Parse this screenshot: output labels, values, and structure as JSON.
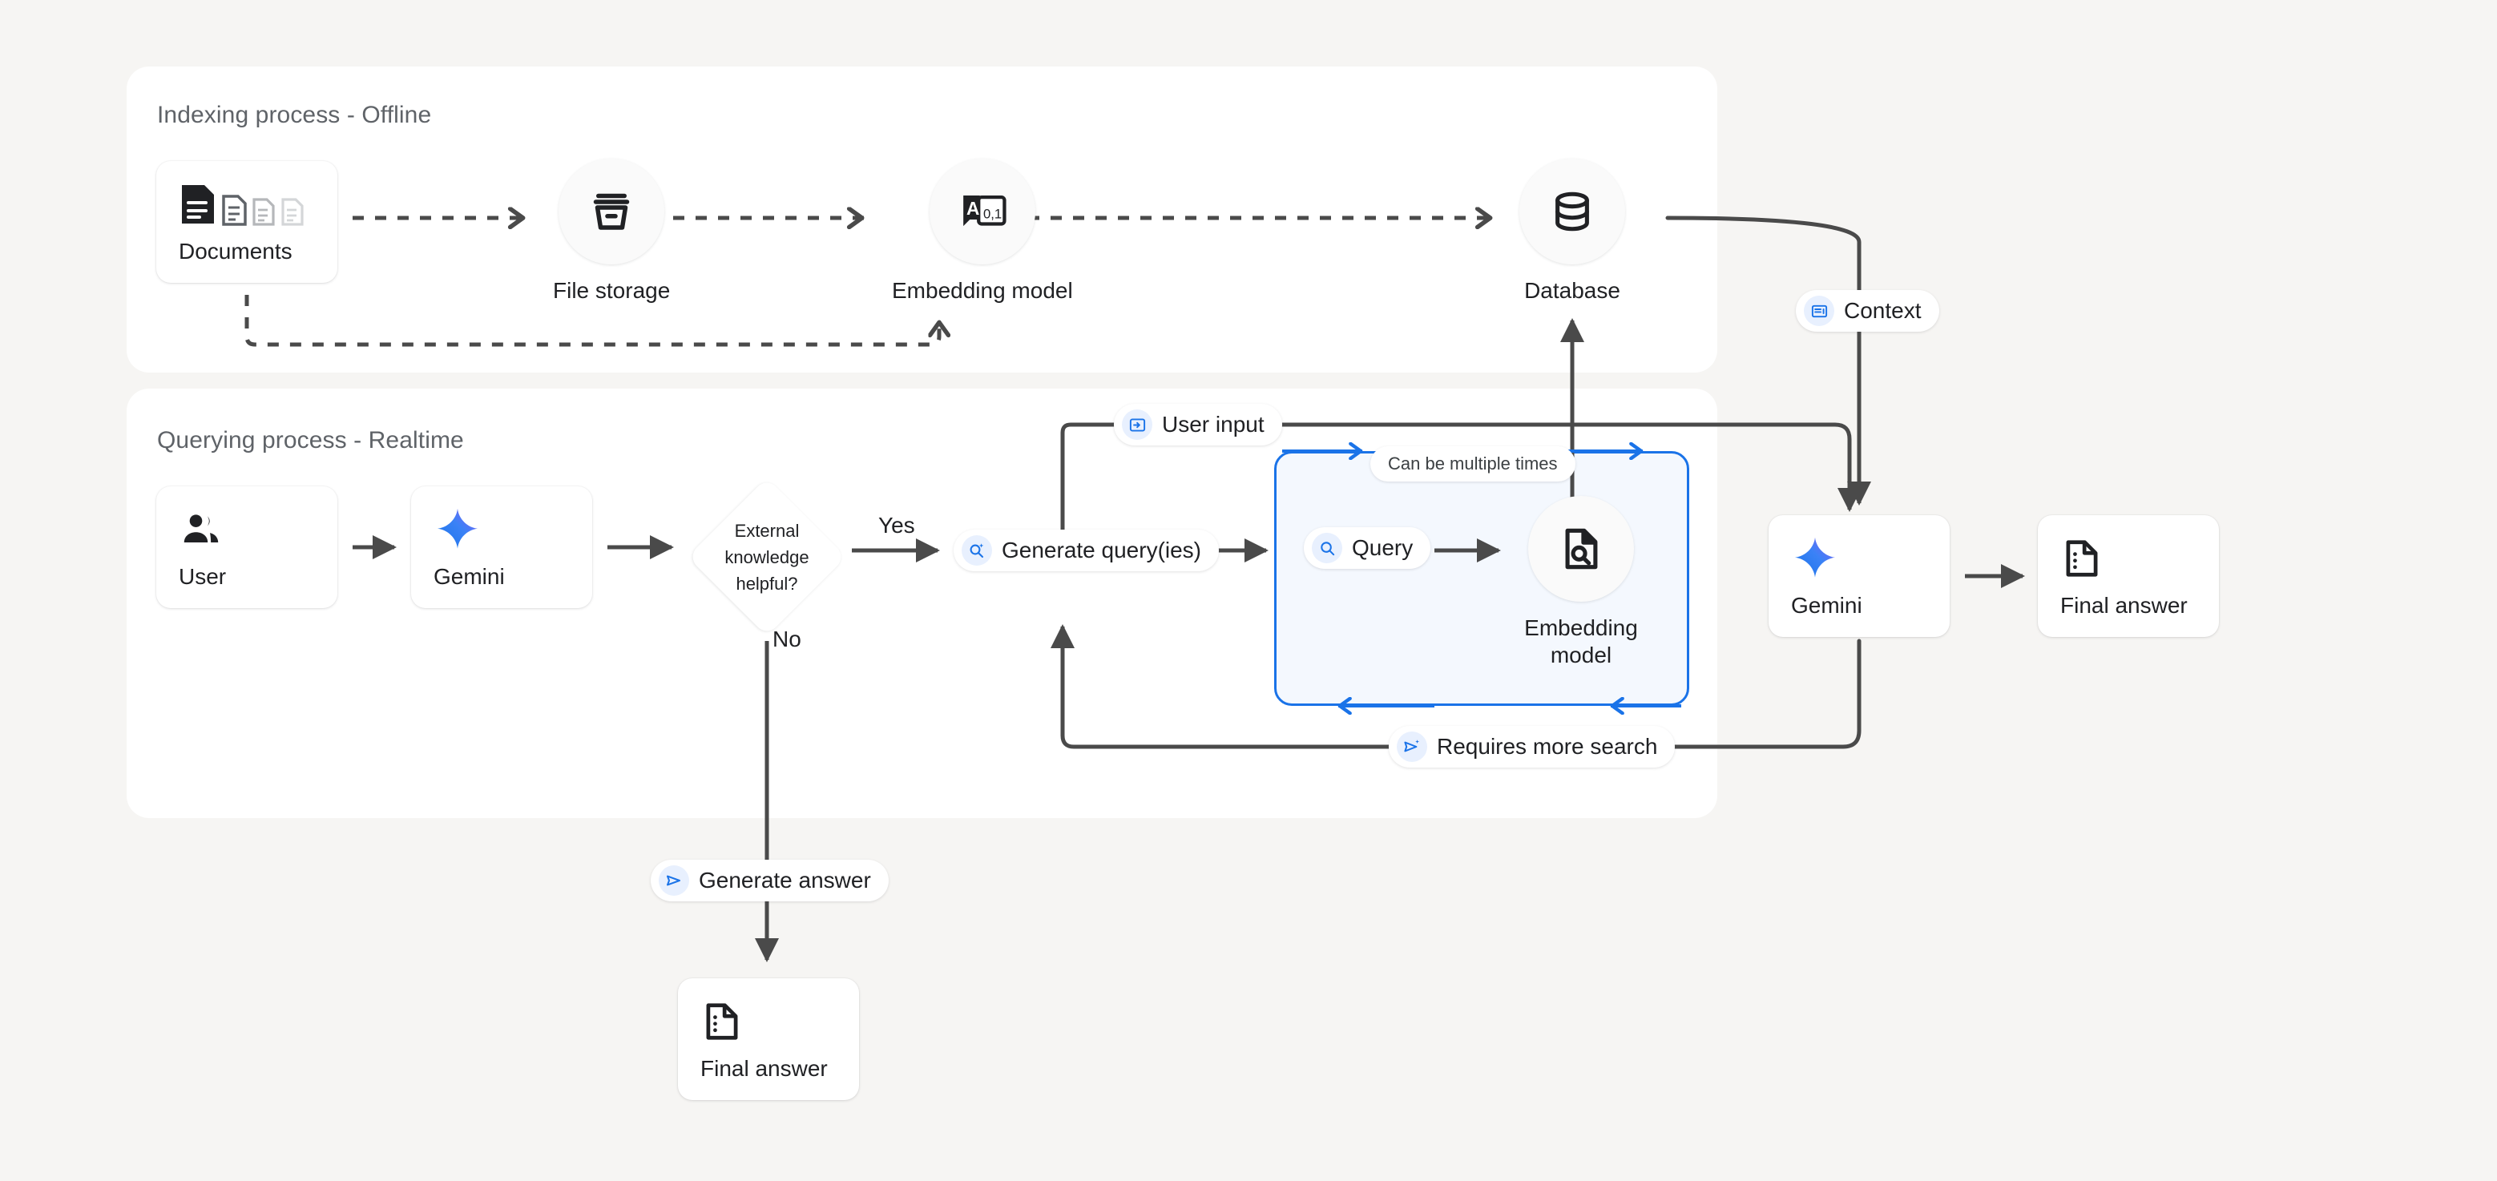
{
  "canvas": {
    "background": "#f6f5f3",
    "accent_blue": "#1a73e8",
    "line_color": "#4a4a4a",
    "loop_fill": "#f4f8fe"
  },
  "panels": [
    {
      "id": "indexing",
      "title": "Indexing process - Offline"
    },
    {
      "id": "querying",
      "title": "Querying process - Realtime"
    }
  ],
  "indexing": {
    "documents": {
      "label": "Documents",
      "icon": "documents-icon"
    },
    "file_storage": {
      "label": "File storage",
      "icon": "archive-box-icon"
    },
    "embedding_model": {
      "label": "Embedding model",
      "icon": "text-to-vector-icon"
    },
    "database": {
      "label": "Database",
      "icon": "database-icon"
    }
  },
  "querying": {
    "user": {
      "label": "User",
      "icon": "people-icon"
    },
    "gemini": {
      "label": "Gemini",
      "icon": "gemini-sparkle-icon"
    },
    "decision": {
      "line1": "External",
      "line2": "knowledge",
      "line3": "helpful?"
    },
    "branch_yes": "Yes",
    "branch_no": "No",
    "generate_query": {
      "label": "Generate query(ies)",
      "icon": "search-sparkle-icon"
    },
    "query": {
      "label": "Query",
      "icon": "search-icon"
    },
    "embedding_model": {
      "label_line1": "Embedding",
      "label_line2": "model",
      "icon": "document-search-icon"
    },
    "can_be_multiple_times": "Can be multiple times",
    "requires_more_search": {
      "label": "Requires more search",
      "icon": "send-sparkle-icon"
    },
    "user_input": {
      "label": "User input",
      "icon": "input-box-icon"
    },
    "context": {
      "label": "Context",
      "icon": "context-panel-icon"
    },
    "gemini_final": {
      "label": "Gemini",
      "icon": "gemini-sparkle-icon"
    },
    "final_answer_right": {
      "label": "Final answer",
      "icon": "answer-doc-icon"
    },
    "generate_answer": {
      "label": "Generate answer",
      "icon": "send-icon"
    },
    "final_answer_bottom": {
      "label": "Final answer",
      "icon": "answer-doc-icon"
    }
  }
}
